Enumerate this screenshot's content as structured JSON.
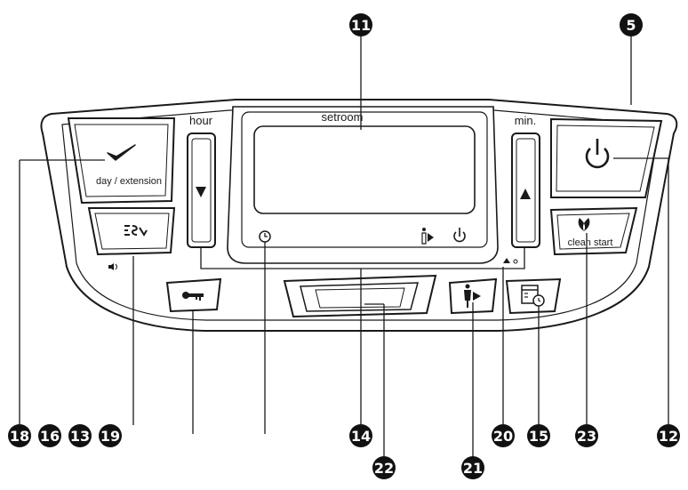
{
  "panel": {
    "labels": {
      "hour": "hour",
      "min": "min.",
      "setroom": "setroom",
      "day_extension": "day / extension",
      "clean_start": "clean start"
    },
    "icons": {
      "check": "check-icon",
      "power": "power-icon",
      "sensor": "sensor-program-icon",
      "key": "key-icon",
      "arrow_up": "arrow-up-icon",
      "arrow_down": "arrow-down-icon",
      "leaf": "leaf-icon",
      "person": "person-icon",
      "calendar": "calendar-clock-icon",
      "clock": "clock-icon",
      "sound": "sound-icon"
    }
  },
  "callouts": {
    "c5": "5",
    "c11": "11",
    "c12": "12",
    "c13": "13",
    "c14": "14",
    "c15": "15",
    "c16": "16",
    "c18": "18",
    "c19": "19",
    "c20": "20",
    "c21": "21",
    "c22": "22",
    "c23": "23"
  },
  "colors": {
    "line": "#1a1a1a",
    "panel": "#ffffff",
    "callout": "#111111"
  }
}
